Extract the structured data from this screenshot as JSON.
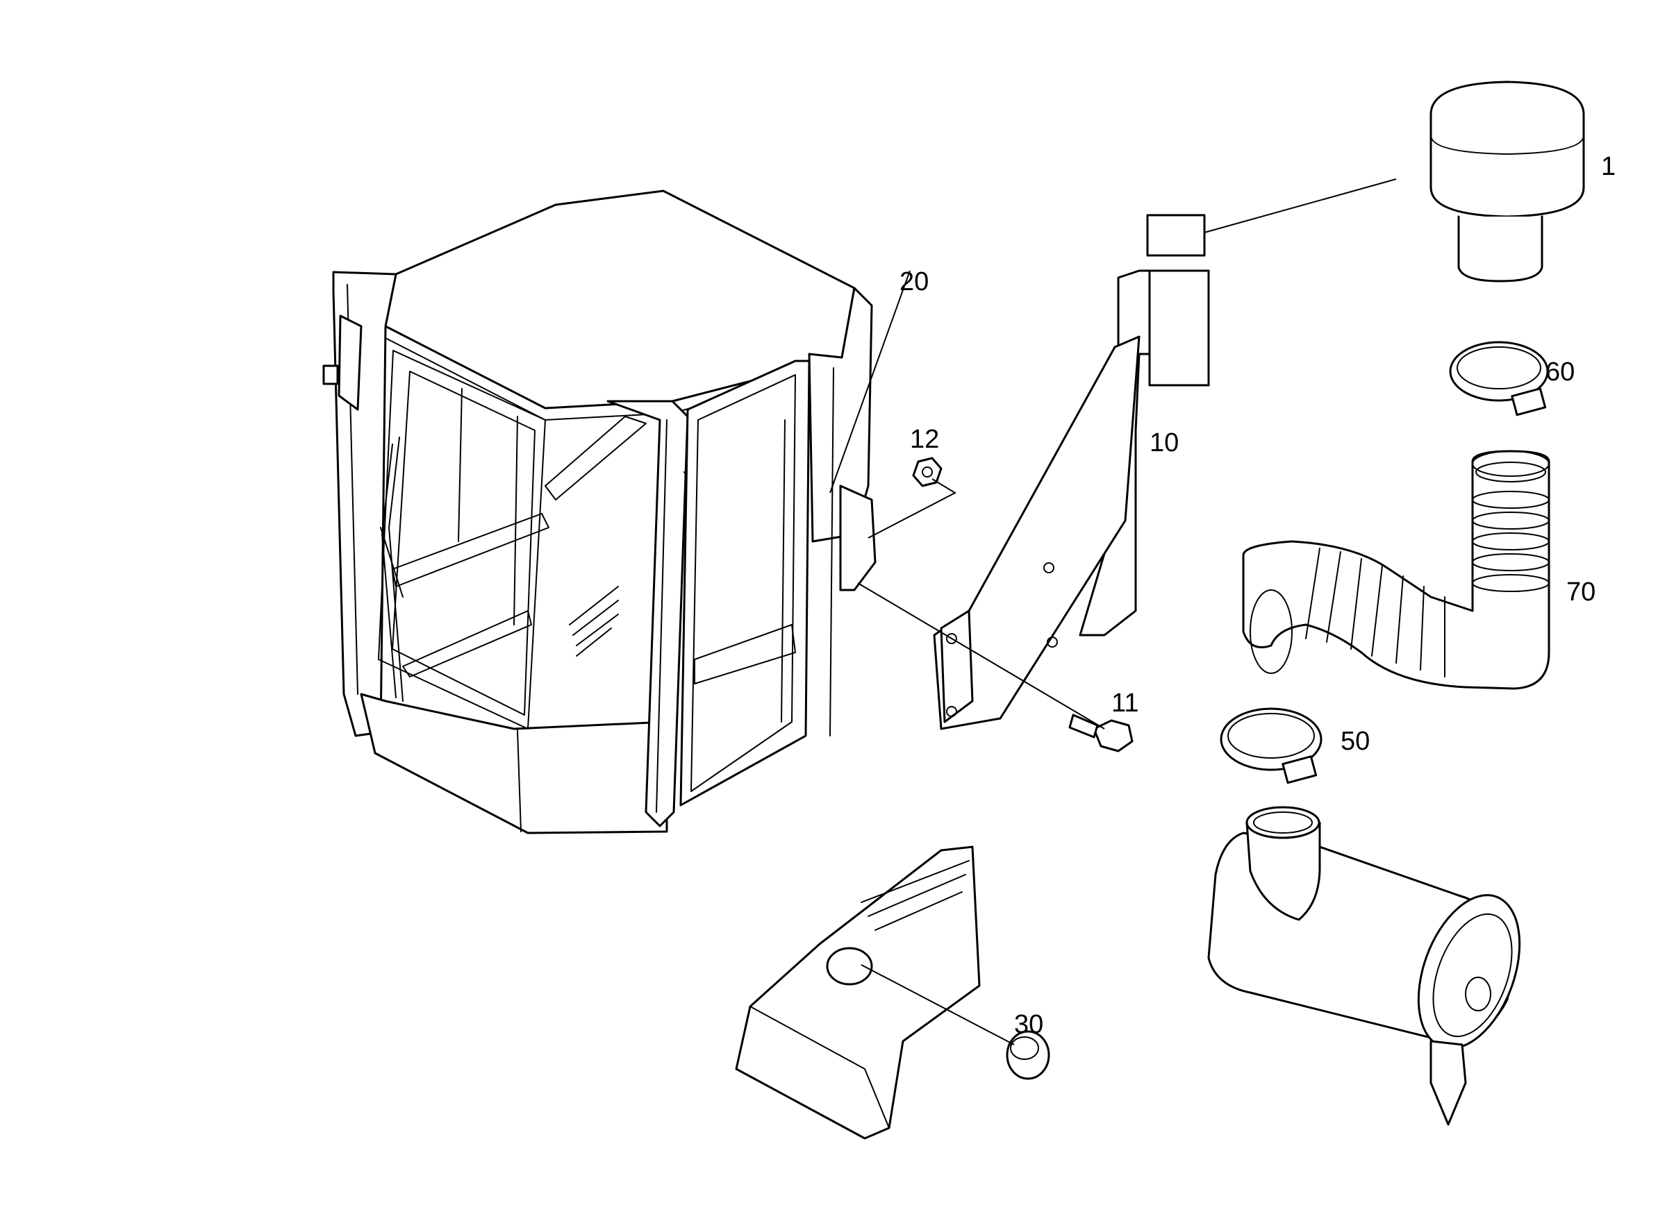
{
  "diagram": {
    "callouts": [
      "1",
      "10",
      "11",
      "12",
      "20",
      "30",
      "50",
      "60",
      "70"
    ]
  }
}
